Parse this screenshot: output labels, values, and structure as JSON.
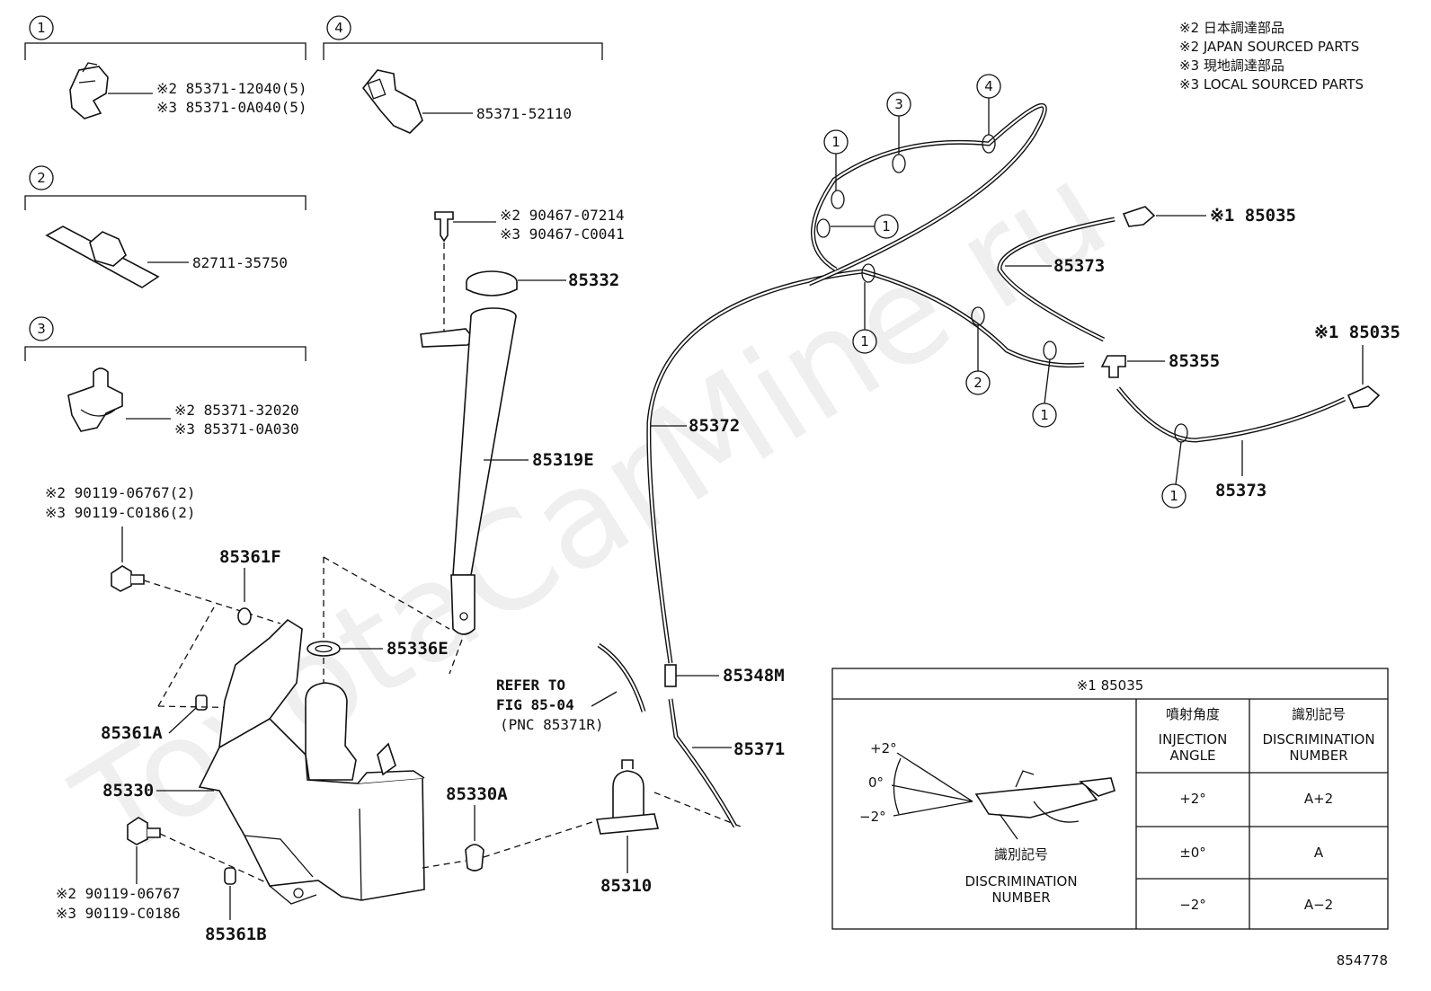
{
  "watermark": "ToyotaCarMine.ru",
  "notes": [
    "※2 日本調達部品",
    "※2 JAPAN SOURCED PARTS",
    "※3 現地調達部品",
    "※3 LOCAL SOURCED PARTS"
  ],
  "groups": [
    {
      "num": "1",
      "lines": [
        "※2 85371-12040(5)",
        "※3 85371-0A040(5)"
      ]
    },
    {
      "num": "2",
      "lines": [
        "82711-35750"
      ]
    },
    {
      "num": "3",
      "lines": [
        "※2 85371-32020",
        "※3 85371-0A030"
      ]
    },
    {
      "num": "4",
      "lines": [
        "85371-52110"
      ]
    }
  ],
  "labels": {
    "screw_top_a": "※2 90467-07214",
    "screw_top_b": "※3 90467-C0041",
    "cap": "85332",
    "inlet": "85319E",
    "bolt_top_a": "※2 90119-06767(2)",
    "bolt_top_b": "※3 90119-C0186(2)",
    "cushion_f": "85361F",
    "grommet_e": "85336E",
    "cushion_a": "85361A",
    "tank": "85330",
    "grommet_a": "85330A",
    "bolt_bot_a": "※2 90119-06767",
    "bolt_bot_b": "※3 90119-C0186",
    "cushion_b": "85361B",
    "pump": "85310",
    "refer_1": "REFER TO",
    "refer_2": "FIG 85-04",
    "refer_3": "(PNC 85371R)",
    "hose_main": "85372",
    "valve": "85348M",
    "hose_pump": "85371",
    "hose_r1": "85373",
    "hose_r2": "85373",
    "joint": "85355",
    "nozzle_1": "※1 85035",
    "nozzle_2": "※1 85035"
  },
  "clamp_marks": [
    "1",
    "3",
    "4",
    "1",
    "1",
    "1",
    "2",
    "1",
    "1"
  ],
  "table": {
    "title": "※1 85035",
    "col1_jp": "噴射角度",
    "col1_en_1": "INJECTION",
    "col1_en_2": "ANGLE",
    "col2_jp": "識別記号",
    "col2_en_1": "DISCRIMINATION",
    "col2_en_2": "NUMBER",
    "rows": [
      {
        "angle": "+2°",
        "code": "A+2"
      },
      {
        "angle": "±0°",
        "code": "A"
      },
      {
        "angle": "−2°",
        "code": "A−2"
      }
    ],
    "fig_angle_top": "+2°",
    "fig_angle_mid": "0°",
    "fig_angle_bot": "−2°",
    "fig_label_jp": "識別記号",
    "fig_label_en_1": "DISCRIMINATION",
    "fig_label_en_2": "NUMBER"
  },
  "figure_id": "854778"
}
